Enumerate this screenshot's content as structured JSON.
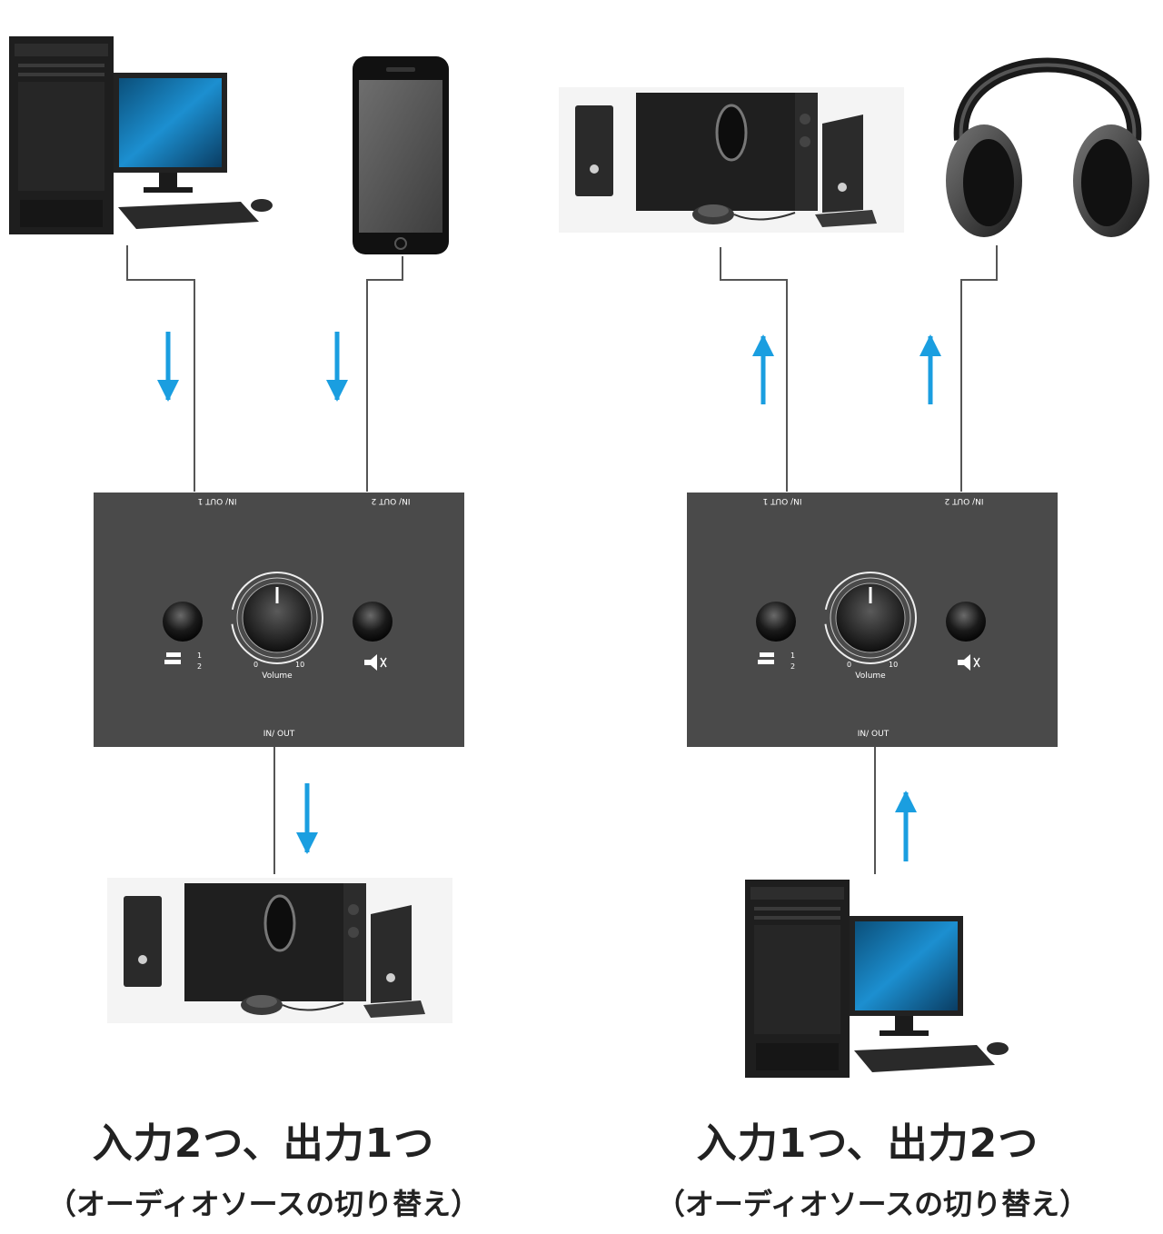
{
  "accent_color": "#1a9ee0",
  "left": {
    "caption": "入力2つ、出力1つ",
    "subcaption": "（オーディオソースの切り替え）",
    "panel": {
      "port1_label": "IN/ OUT 1",
      "port2_label": "IN/ OUT 2",
      "common_label": "IN/ OUT",
      "switch_1": "1",
      "switch_2": "2",
      "vol_min": "0",
      "vol_max": "10",
      "vol_label": "Volume"
    }
  },
  "right": {
    "caption": "入力1つ、出力2つ",
    "subcaption": "（オーディオソースの切り替え）",
    "panel": {
      "port1_label": "IN/ OUT 1",
      "port2_label": "IN/ OUT 2",
      "common_label": "IN/ OUT",
      "switch_1": "1",
      "switch_2": "2",
      "vol_min": "0",
      "vol_max": "10",
      "vol_label": "Volume"
    }
  }
}
